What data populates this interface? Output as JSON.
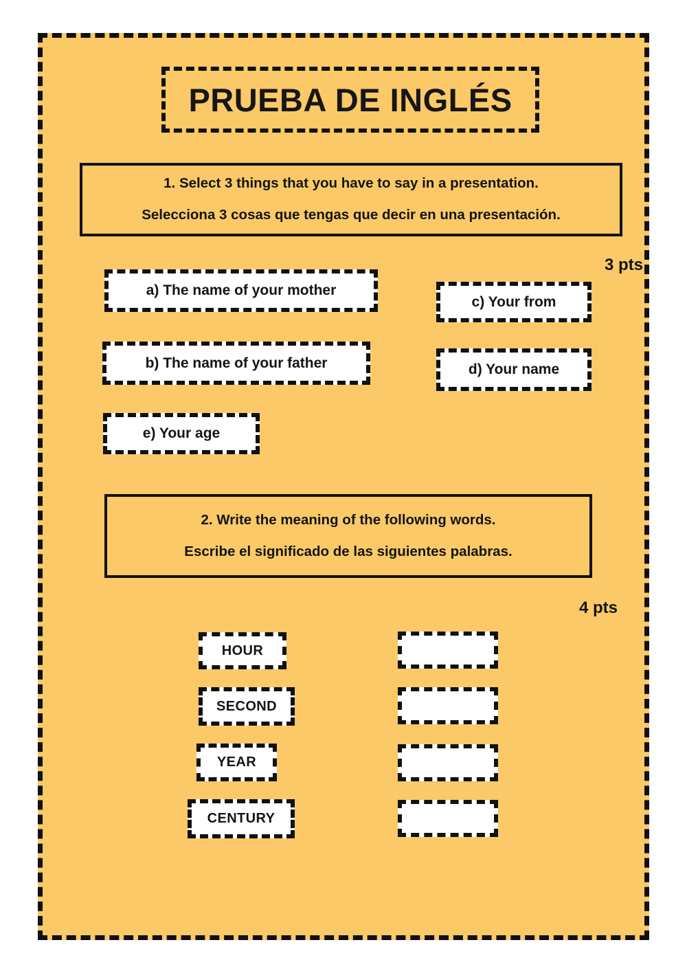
{
  "title": "PRUEBA DE INGLÉS",
  "colors": {
    "sheet_background": "#fbc968",
    "border": "#111111",
    "card_background": "#ffffff",
    "text": "#141414"
  },
  "questions": [
    {
      "number": "1.",
      "prompt_en": "1.  Select 3 things that you have to say in a presentation.",
      "prompt_es": "Selecciona 3 cosas que tengas que decir en una presentación.",
      "points": "3 pts",
      "options": [
        {
          "id": "a",
          "label": "a)  The name of your mother"
        },
        {
          "id": "b",
          "label": "b) The name of your father"
        },
        {
          "id": "c",
          "label": "c)  Your from"
        },
        {
          "id": "d",
          "label": "d) Your name"
        },
        {
          "id": "e",
          "label": "e)  Your age"
        }
      ]
    },
    {
      "number": "2.",
      "prompt_en": "2.  Write the meaning of the following words.",
      "prompt_es": "Escribe el significado de las siguientes palabras.",
      "points": "4 pts",
      "words": [
        {
          "word": "HOUR",
          "answer": ""
        },
        {
          "word": "SECOND",
          "answer": ""
        },
        {
          "word": "YEAR",
          "answer": ""
        },
        {
          "word": "CENTURY",
          "answer": ""
        }
      ]
    }
  ]
}
